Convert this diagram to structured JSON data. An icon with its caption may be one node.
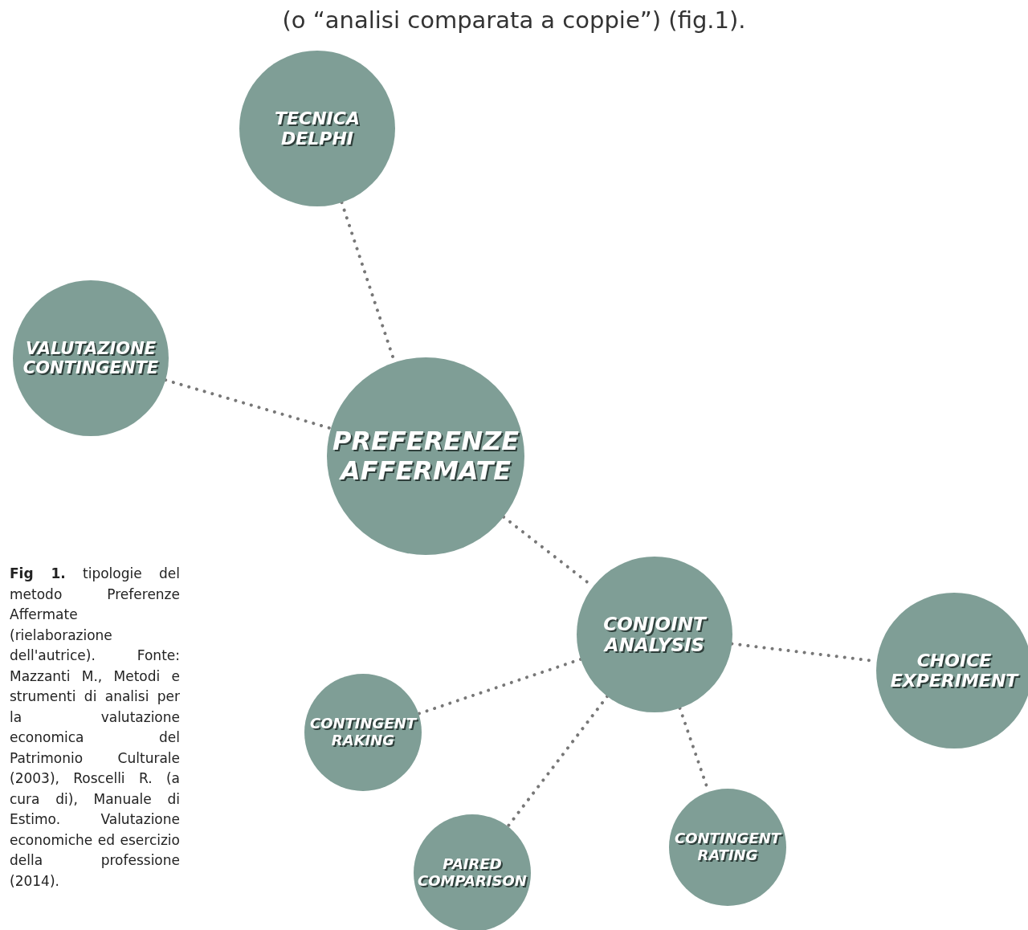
{
  "diagram": {
    "caption": "**Fig 1.** tipologie del metodo Preferenze Affermate (rielaborazione dell'autrice). Fonte: Mazzanti M., Metodi e strumenti di analisi per la valutazione economica del Patrimonio Culturale (2003), Roscelli R. (a cura di), Manuale di Estimo. Valutazione economiche ed esercizio della professione (2014).",
    "nodes": [
      {
        "text": [
          "TECNICA DELPHI"
        ]
      },
      {
        "text": [
          "VALUTAZIONE CONTINGENTE"
        ]
      },
      {
        "text": [
          "PREFERENZE AFFERMATE"
        ]
      },
      {
        "text": [
          "CONJOINT ANALYSIS"
        ]
      },
      {
        "text": [
          "CHOICE EXPERIMENT"
        ]
      },
      {
        "text": [
          "CONTINGENT RAKING"
        ]
      },
      {
        "text": [
          "PAIRED COMPARISON"
        ]
      },
      {
        "text": [
          "CONTINGENT RATING"
        ]
      }
    ],
    "edges": [
      {
        "from": 0,
        "to": 2,
        "arrow": "none"
      },
      {
        "from": 1,
        "to": 2,
        "arrow": "none"
      },
      {
        "from": 2,
        "to": 3,
        "arrow": "none"
      },
      {
        "from": 3,
        "to": 4,
        "arrow": "none"
      },
      {
        "from": 3,
        "to": 5,
        "arrow": "none"
      },
      {
        "from": 3,
        "to": 6,
        "arrow": "none"
      },
      {
        "from": 3,
        "to": 7,
        "arrow": "none"
      }
    ],
    "labels": [
      "(o “analisi comparata a coppie”) (fig.1)."
    ]
  }
}
